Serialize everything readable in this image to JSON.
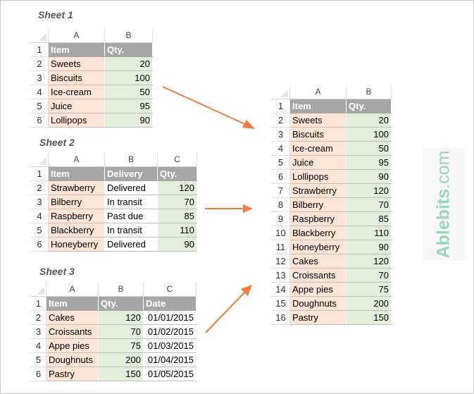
{
  "sheets": [
    {
      "title": "Sheet 1",
      "columns": [
        "A",
        "B"
      ],
      "headers": [
        "Item",
        "Qty."
      ],
      "rows": [
        {
          "n": "2",
          "item": "Sweets",
          "qty": "20"
        },
        {
          "n": "3",
          "item": "Biscuits",
          "qty": "100"
        },
        {
          "n": "4",
          "item": "Ice-cream",
          "qty": "50"
        },
        {
          "n": "5",
          "item": "Juice",
          "qty": "95"
        },
        {
          "n": "6",
          "item": "Lollipops",
          "qty": "90"
        }
      ]
    },
    {
      "title": "Sheet 2",
      "columns": [
        "A",
        "B",
        "C"
      ],
      "headers": [
        "Item",
        "Delivery",
        "Qty."
      ],
      "rows": [
        {
          "n": "2",
          "item": "Strawberry",
          "delivery": "Delivered",
          "qty": "120"
        },
        {
          "n": "3",
          "item": "Bilberry",
          "delivery": "In transit",
          "qty": "70"
        },
        {
          "n": "4",
          "item": "Raspberry",
          "delivery": "Past due",
          "qty": "85"
        },
        {
          "n": "5",
          "item": "Blackberry",
          "delivery": "In transit",
          "qty": "110"
        },
        {
          "n": "6",
          "item": "Honeyberry",
          "delivery": "Delivered",
          "qty": "90"
        }
      ]
    },
    {
      "title": "Sheet 3",
      "columns": [
        "A",
        "B",
        "C"
      ],
      "headers": [
        "Item",
        "Qty.",
        "Date"
      ],
      "rows": [
        {
          "n": "2",
          "item": "Cakes",
          "qty": "120",
          "date": "01/01/2015"
        },
        {
          "n": "3",
          "item": "Croissants",
          "qty": "70",
          "date": "01/02/2015"
        },
        {
          "n": "4",
          "item": "Appe pies",
          "qty": "75",
          "date": "01/03/2015"
        },
        {
          "n": "5",
          "item": "Doughnuts",
          "qty": "200",
          "date": "01/04/2015"
        },
        {
          "n": "6",
          "item": "Pastry",
          "qty": "150",
          "date": "01/05/2015"
        }
      ]
    }
  ],
  "merged": {
    "columns": [
      "A",
      "B"
    ],
    "headers": [
      "Item",
      "Qty."
    ],
    "rows": [
      {
        "n": "2",
        "item": "Sweets",
        "qty": "20"
      },
      {
        "n": "3",
        "item": "Biscuits",
        "qty": "100"
      },
      {
        "n": "4",
        "item": "Ice-cream",
        "qty": "50"
      },
      {
        "n": "5",
        "item": "Juice",
        "qty": "95"
      },
      {
        "n": "6",
        "item": "Lollipops",
        "qty": "90"
      },
      {
        "n": "7",
        "item": "Strawberry",
        "qty": "120"
      },
      {
        "n": "8",
        "item": "Bilberry",
        "qty": "70"
      },
      {
        "n": "9",
        "item": "Raspberry",
        "qty": "85"
      },
      {
        "n": "10",
        "item": "Blackberry",
        "qty": "110"
      },
      {
        "n": "11",
        "item": "Honeyberry",
        "qty": "90"
      },
      {
        "n": "12",
        "item": "Cakes",
        "qty": "120"
      },
      {
        "n": "13",
        "item": "Croissants",
        "qty": "70"
      },
      {
        "n": "14",
        "item": "Appe pies",
        "qty": "75"
      },
      {
        "n": "15",
        "item": "Doughnuts",
        "qty": "200"
      },
      {
        "n": "16",
        "item": "Pastry",
        "qty": "150"
      }
    ]
  },
  "watermark": {
    "brand": "Ablebits",
    "suffix": ".com"
  },
  "colors": {
    "arrow": "#f47c3c",
    "header_bg": "#a6a6a6",
    "item_bg": "#fce4d6",
    "qty_bg": "#e2efda",
    "watermark": "#9bd6b8"
  },
  "row1": "1"
}
